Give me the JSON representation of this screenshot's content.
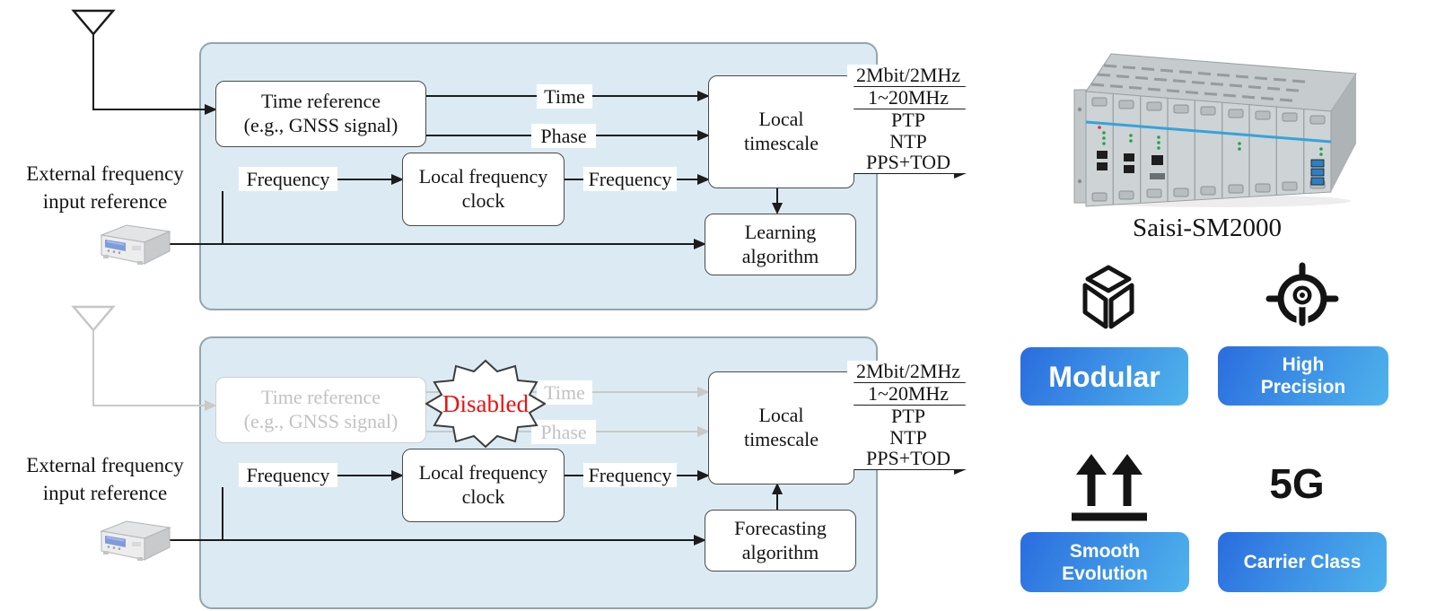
{
  "colors": {
    "panel_fill": "#dcebf3",
    "badge_gradient_start": "#2a6cdf",
    "badge_gradient_end": "#4fb3ec",
    "disabled_text_red": "#ee1010",
    "disabled_gray": "#c9c9c9"
  },
  "signal_outputs": [
    "2Mbit/2MHz",
    "1~20MHz",
    "PTP",
    "NTP",
    "PPS+TOD"
  ],
  "diagram_normal": {
    "external_ref": {
      "line1": "External frequency",
      "line2": "input reference"
    },
    "time_reference": {
      "line1": "Time reference",
      "line2": "(e.g., GNSS signal)"
    },
    "signals": {
      "time": "Time",
      "phase": "Phase",
      "frequency_in": "Frequency",
      "frequency_out": "Frequency"
    },
    "local_frequency_clock": {
      "line1": "Local frequency",
      "line2": "clock"
    },
    "local_timescale": {
      "line1": "Local",
      "line2": "timescale"
    },
    "algorithm": {
      "line1": "Learning",
      "line2": "algorithm"
    }
  },
  "diagram_holdover": {
    "external_ref": {
      "line1": "External frequency",
      "line2": "input reference"
    },
    "time_reference": {
      "line1": "Time reference",
      "line2": "(e.g., GNSS signal)"
    },
    "disabled_badge": "Disabled",
    "signals": {
      "time": "Time",
      "phase": "Phase",
      "frequency_in": "Frequency",
      "frequency_out": "Frequency"
    },
    "local_frequency_clock": {
      "line1": "Local frequency",
      "line2": "clock"
    },
    "local_timescale": {
      "line1": "Local",
      "line2": "timescale"
    },
    "algorithm": {
      "line1": "Forecasting",
      "line2": "algorithm"
    }
  },
  "product": {
    "name": "Saisi-SM2000"
  },
  "features": {
    "modular": {
      "label": "Modular"
    },
    "high_precision": {
      "line1": "High",
      "line2": "Precision"
    },
    "smooth_evolution": {
      "line1": "Smooth",
      "line2": "Evolution"
    },
    "carrier_class": {
      "label": "Carrier Class",
      "icon_text": "5G"
    }
  }
}
